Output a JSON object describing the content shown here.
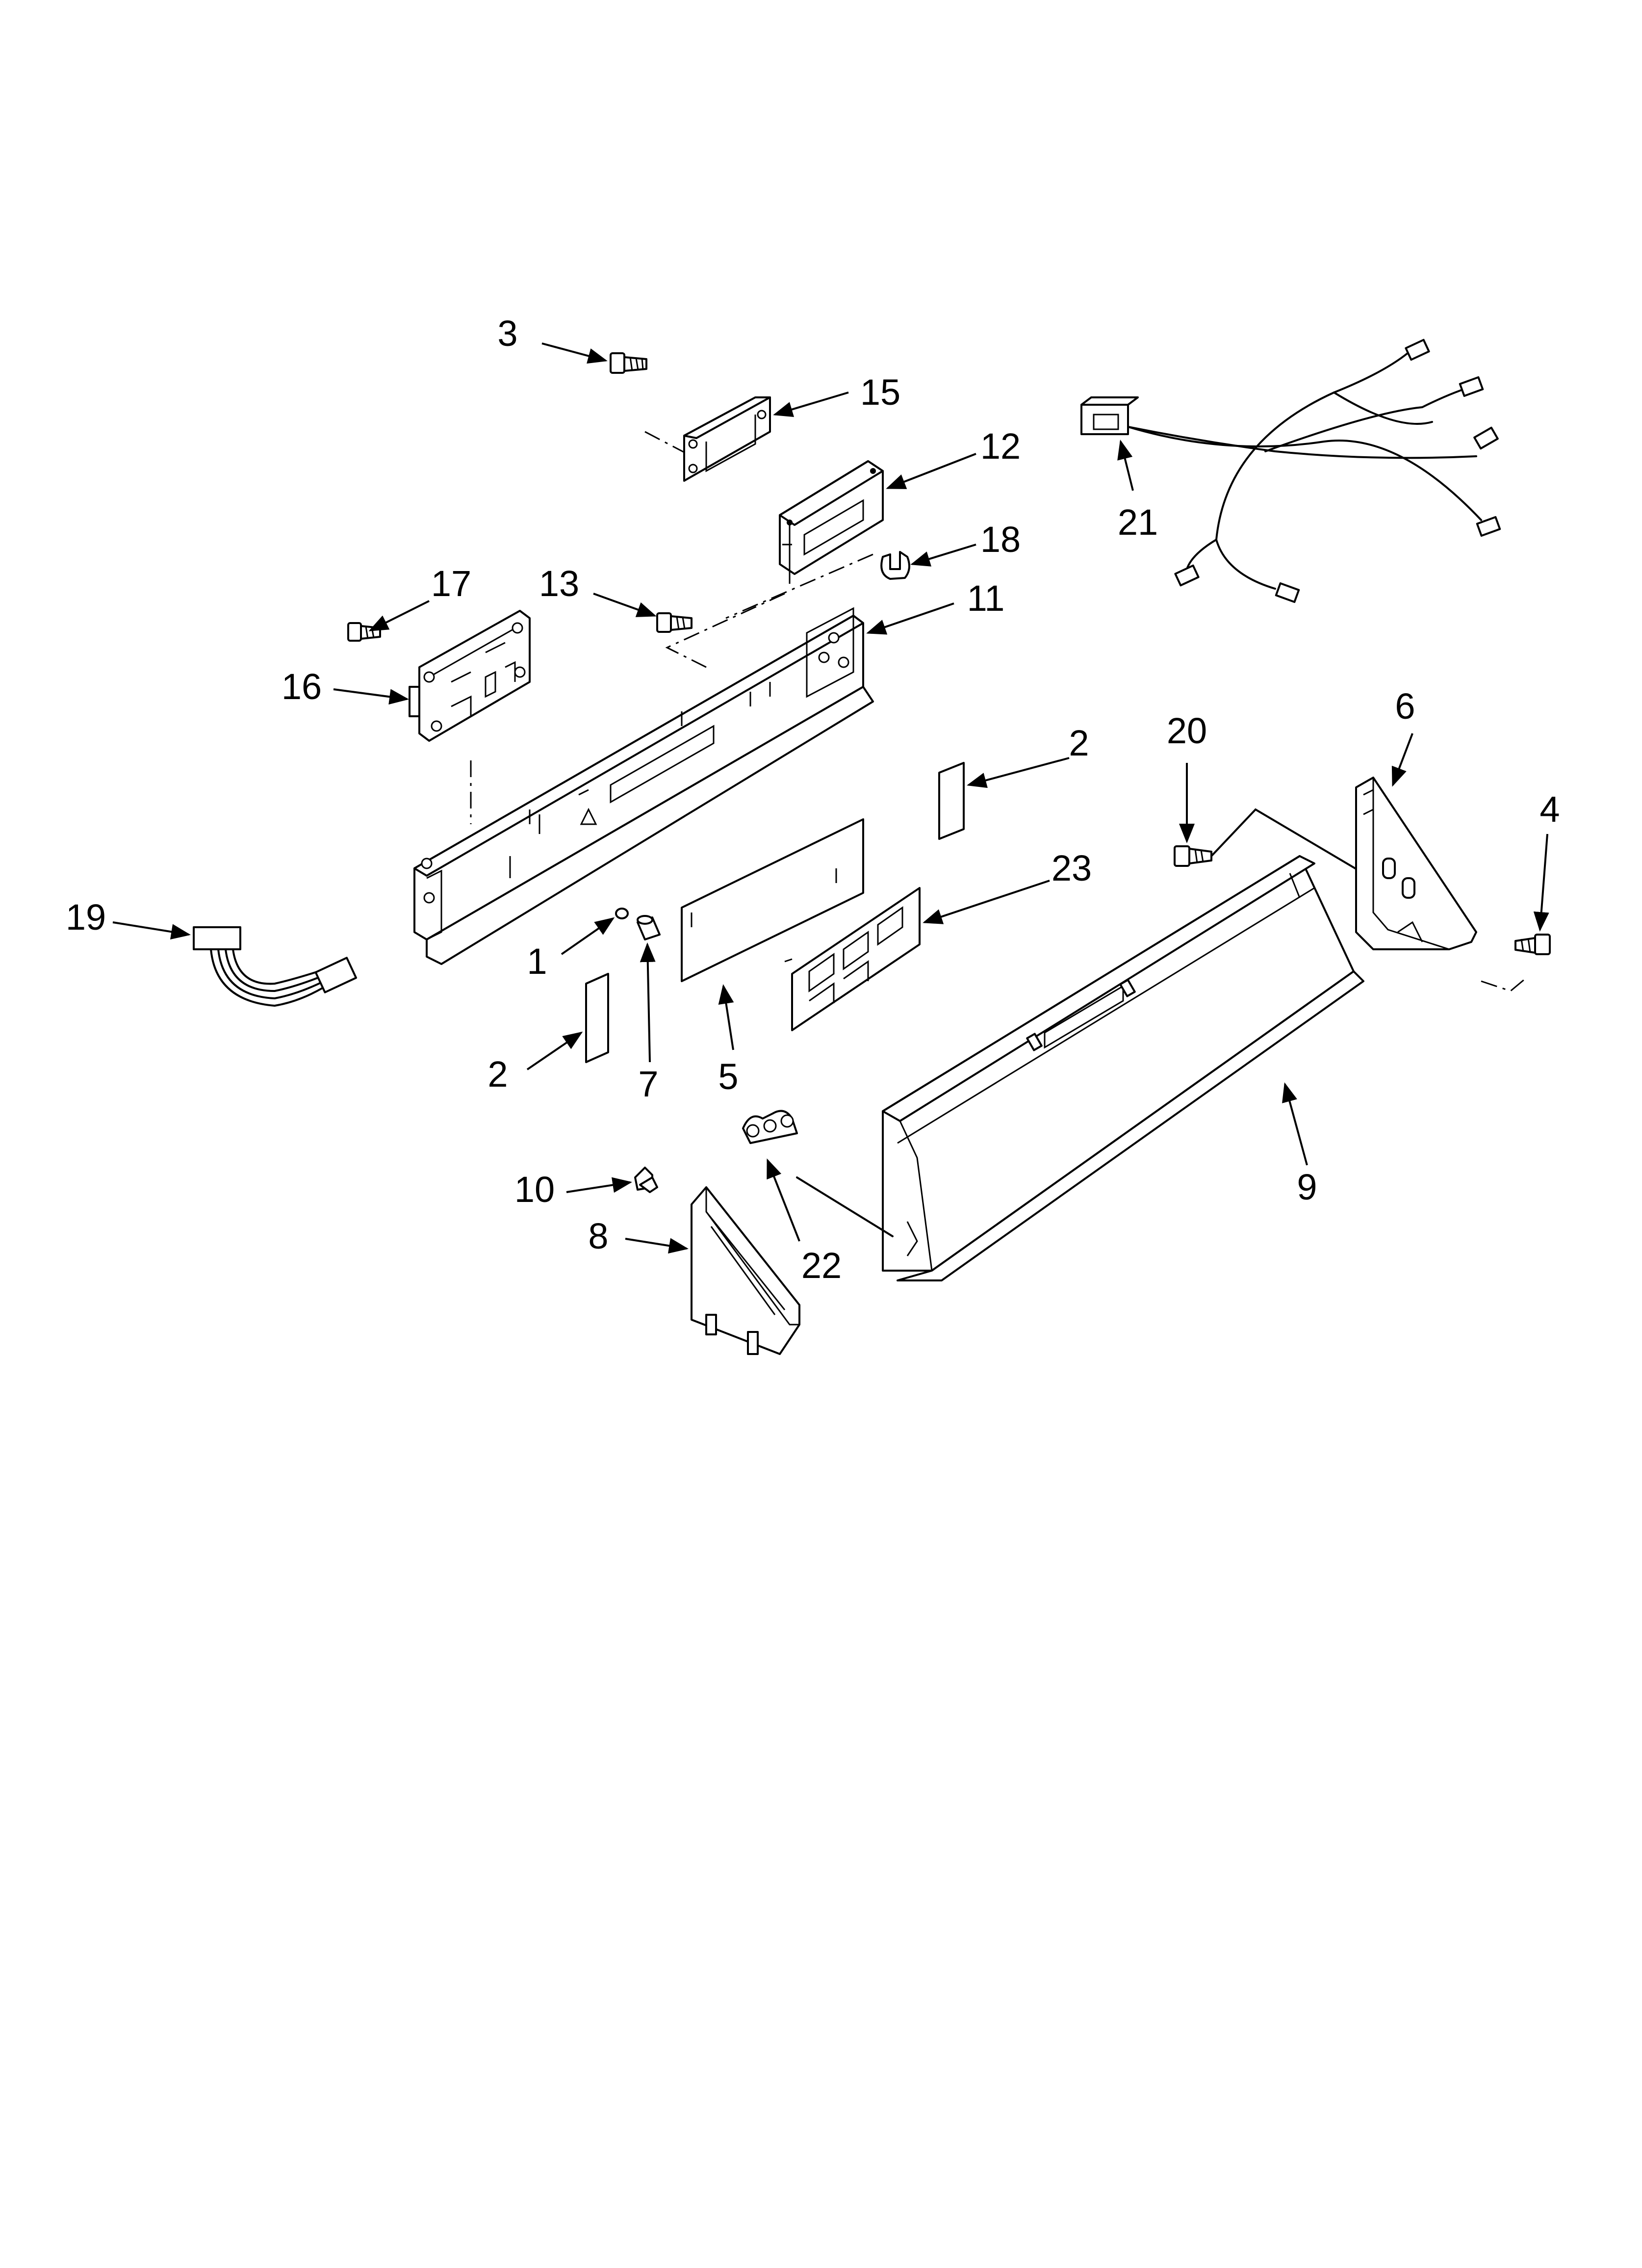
{
  "callouts": [
    {
      "id": "c3",
      "text": "3"
    },
    {
      "id": "c15",
      "text": "15"
    },
    {
      "id": "c12",
      "text": "12"
    },
    {
      "id": "c18",
      "text": "18"
    },
    {
      "id": "c17",
      "text": "17"
    },
    {
      "id": "c13",
      "text": "13"
    },
    {
      "id": "c11",
      "text": "11"
    },
    {
      "id": "c16",
      "text": "16"
    },
    {
      "id": "c21",
      "text": "21"
    },
    {
      "id": "c2a",
      "text": "2"
    },
    {
      "id": "c20",
      "text": "20"
    },
    {
      "id": "c6",
      "text": "6"
    },
    {
      "id": "c4",
      "text": "4"
    },
    {
      "id": "c23",
      "text": "23"
    },
    {
      "id": "c19",
      "text": "19"
    },
    {
      "id": "c1",
      "text": "1"
    },
    {
      "id": "c2b",
      "text": "2"
    },
    {
      "id": "c7",
      "text": "7"
    },
    {
      "id": "c5",
      "text": "5"
    },
    {
      "id": "c9",
      "text": "9"
    },
    {
      "id": "c10",
      "text": "10"
    },
    {
      "id": "c8",
      "text": "8"
    },
    {
      "id": "c22",
      "text": "22"
    }
  ],
  "colors": {
    "line": "#000000",
    "background": "#ffffff"
  }
}
